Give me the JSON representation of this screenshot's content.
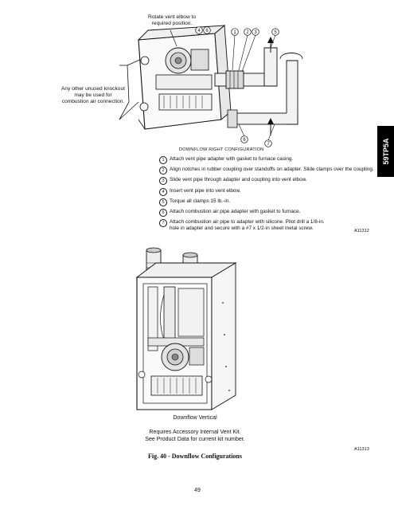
{
  "top_diagram": {
    "callout_rotate": "Rotate vent elbow to required position.",
    "callout_knockout": "Any other unused knockout may be used for combustion air connection.",
    "caption": "DOWNFLOW RIGHT CONFIGURATION",
    "markers": [
      "4",
      "6",
      "1",
      "2",
      "3",
      "5",
      "6",
      "7"
    ]
  },
  "side_tab": "59TP5A",
  "steps": [
    {
      "num": "1",
      "text": "Attach vent pipe adapter with gasket to furnace casing."
    },
    {
      "num": "2",
      "text": "Align notches in rubber coupling over standoffs on adapter.  Slide clamps over the coupling."
    },
    {
      "num": "3",
      "text": "Slide vent pipe through adapter and coupling into vent elbow."
    },
    {
      "num": "4",
      "text": "Insert vent pipe into vent elbow."
    },
    {
      "num": "5",
      "text": "Torque all clamps 15 lb.-in."
    },
    {
      "num": "6",
      "text": "Attach combustion air pipe adapter with gasket to furnace."
    },
    {
      "num": "7",
      "text": "Attach combustion air pipe to adapter with silicone.  Pilot drill a 1/8-in. hole in adapter and secure with a #7 x 1/2-in sheet metal screw."
    }
  ],
  "ref_top": "A11312",
  "bottom_diagram": {
    "caption": "Downflow Vertical",
    "note_line1": "Requires Accessory Internal Vent Kit.",
    "note_line2": "See Product Data for current kit number."
  },
  "ref_bottom": "A11313",
  "figure_title": "Fig. 40 - Downflow Configurations",
  "page_number": "49"
}
